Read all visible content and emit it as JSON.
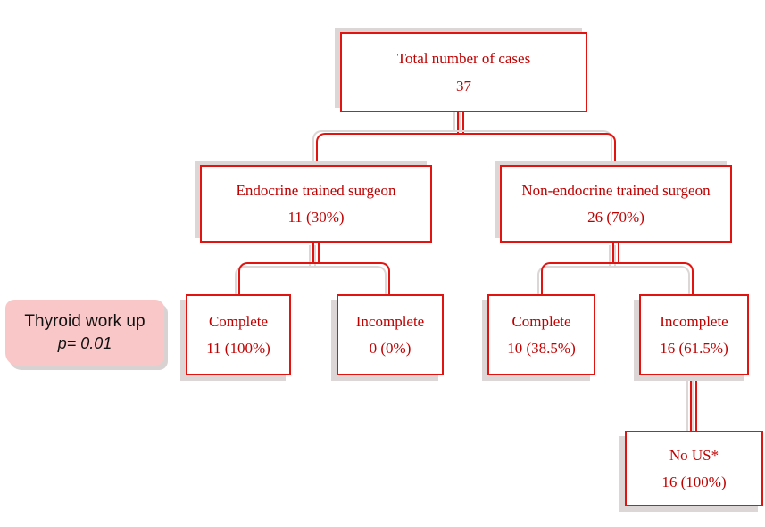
{
  "colors": {
    "box_border": "#e01410",
    "box_text": "#bf0000",
    "shadow": "#dcd6d6",
    "annotation_bg": "#f9c7c7",
    "annotation_text": "#111111"
  },
  "nodes": {
    "total": {
      "label": "Total number of cases",
      "value": "37"
    },
    "endocrine": {
      "label": "Endocrine trained surgeon",
      "value": "11 (30%)"
    },
    "non_endocrine": {
      "label": "Non-endocrine trained surgeon",
      "value": "26 (70%)"
    },
    "endocrine_complete": {
      "label": "Complete",
      "value": "11 (100%)"
    },
    "endocrine_incomplete": {
      "label": "Incomplete",
      "value": "0 (0%)"
    },
    "non_endocrine_complete": {
      "label": "Complete",
      "value": "10 (38.5%)"
    },
    "non_endocrine_incomplete": {
      "label": "Incomplete",
      "value": "16 (61.5%)"
    },
    "no_us": {
      "label": "No US*",
      "value": "16 (100%)"
    }
  },
  "annotation": {
    "heading": "Thyroid work up",
    "pvalue": "p= 0.01"
  }
}
